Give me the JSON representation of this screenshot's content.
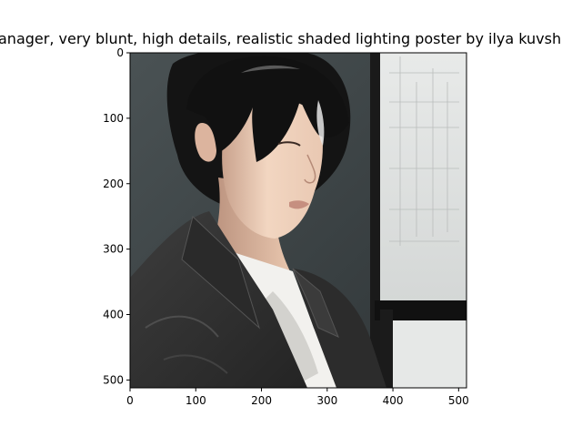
{
  "title": "anager,  very blunt, high details, realistic shaded lighting poster by ilya kuvsh",
  "image": {
    "description_icon": "portrait-illustration",
    "palette": {
      "background_wall": "#3f4648",
      "window_light": "#dfe1e0",
      "window_frame": "#1a1a1a",
      "hair": "#141414",
      "skin": "#efd1b9",
      "skin_shadow": "#c29a86",
      "blazer": "#2f2f2f",
      "blazer_highlight": "#555555",
      "shirt": "#f2f1ee",
      "shirt_shadow": "#c8c7c3"
    }
  },
  "axes": {
    "x_ticks": [
      "0",
      "100",
      "200",
      "300",
      "400",
      "500"
    ],
    "y_ticks": [
      "0",
      "100",
      "200",
      "300",
      "400",
      "500"
    ],
    "x_range": [
      0,
      512
    ],
    "y_range": [
      0,
      512
    ]
  }
}
